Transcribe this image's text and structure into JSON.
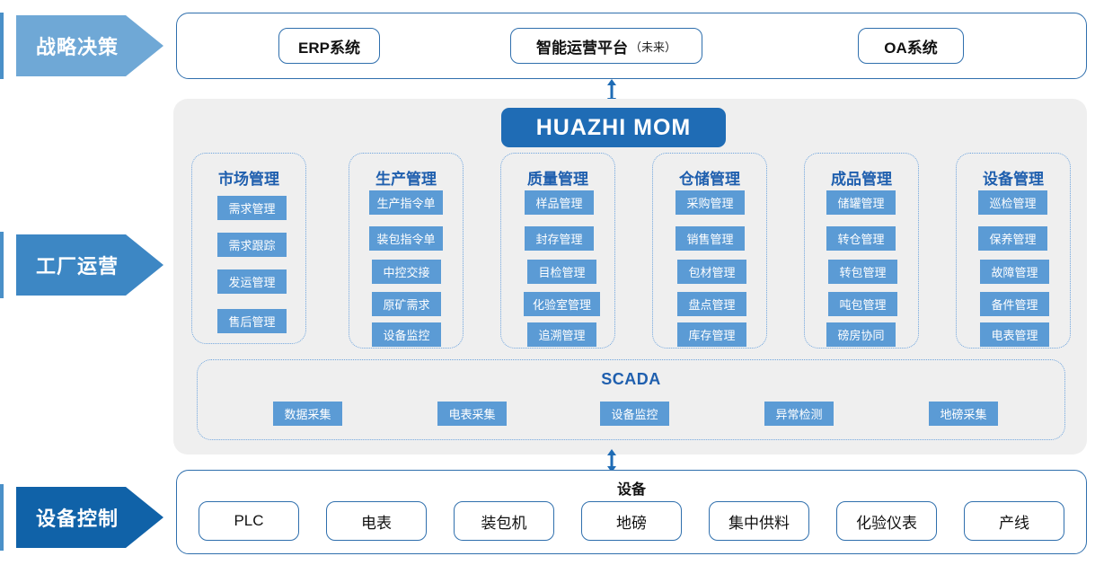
{
  "colors": {
    "strategy_arrow": "#6fa8d6",
    "operation_arrow": "#3d87c4",
    "control_arrow": "#1062a8",
    "panel_border": "#2f6fad",
    "gray_panel": "#efefef",
    "mom_banner": "#1f6cb5",
    "chip": "#5b9bd5",
    "column_border": "#6ea4dd",
    "title_blue": "#1f5fae",
    "edge_strip": "#4a90c8"
  },
  "bands": [
    {
      "label": "战略决策",
      "name": "band-strategy"
    },
    {
      "label": "工厂运营",
      "name": "band-operation"
    },
    {
      "label": "设备控制",
      "name": "band-control"
    }
  ],
  "strategy": {
    "systems": [
      {
        "label": "ERP系统",
        "sub": ""
      },
      {
        "label": "智能运营平台",
        "sub": "（未来）"
      },
      {
        "label": "OA系统",
        "sub": ""
      }
    ]
  },
  "mom": {
    "title": "HUAZHI   MOM"
  },
  "columns": [
    {
      "title": "市场管理",
      "items": [
        "需求管理",
        "需求跟踪",
        "发运管理",
        "售后管理"
      ]
    },
    {
      "title": "生产管理",
      "items": [
        "生产指令单",
        "装包指令单",
        "中控交接",
        "原矿需求",
        "设备监控"
      ]
    },
    {
      "title": "质量管理",
      "items": [
        "样品管理",
        "封存管理",
        "目检管理",
        "化验室管理",
        "追溯管理"
      ]
    },
    {
      "title": "仓储管理",
      "items": [
        "采购管理",
        "销售管理",
        "包材管理",
        "盘点管理",
        "库存管理"
      ]
    },
    {
      "title": "成品管理",
      "items": [
        "储罐管理",
        "转仓管理",
        "转包管理",
        "吨包管理",
        "磅房协同"
      ]
    },
    {
      "title": "设备管理",
      "items": [
        "巡检管理",
        "保养管理",
        "故障管理",
        "备件管理",
        "电表管理"
      ]
    }
  ],
  "scada": {
    "title": "SCADA",
    "items": [
      "数据采集",
      "电表采集",
      "设备监控",
      "异常检测",
      "地磅采集"
    ]
  },
  "devices": {
    "title": "设备",
    "items": [
      "PLC",
      "电表",
      "装包机",
      "地磅",
      "集中供料",
      "化验仪表",
      "产线"
    ]
  },
  "connectors": [
    {
      "name": "connector-erp-to-mom",
      "direction": "双向"
    },
    {
      "name": "connector-mom-to-device",
      "direction": "双向"
    }
  ]
}
